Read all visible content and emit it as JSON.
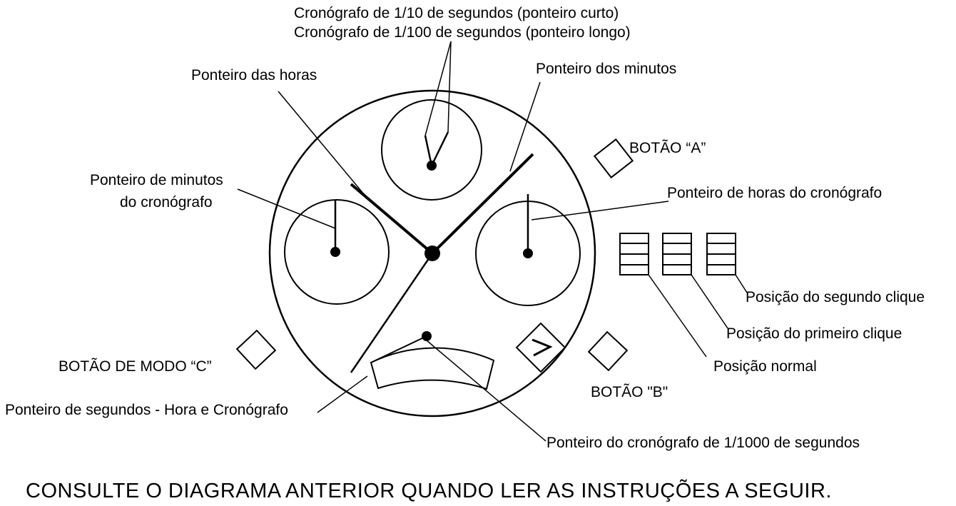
{
  "labels": {
    "chrono_tenth_short": "Cronógrafo de 1/10 de segundos (ponteiro curto)",
    "chrono_hundredth_long": "Cronógrafo de 1/100 de segundos (ponteiro longo)",
    "hour_hand": "Ponteiro das horas",
    "minute_hand": "Ponteiro dos minutos",
    "button_a": "BOTÃO “A”",
    "chrono_minute_hand_line1": "Ponteiro de minutos",
    "chrono_minute_hand_line2": "do cronógrafo",
    "chrono_hour_hand": "Ponteiro de horas do cronógrafo",
    "second_click": "Posição do segundo clique",
    "first_click": "Posição do primeiro clique",
    "normal_position": "Posição normal",
    "mode_button_c": "BOTÃO DE MODO “C”",
    "button_b": "BOTÃO \"B\"",
    "seconds_hand": "Ponteiro de segundos - Hora e Cronógrafo",
    "chrono_thousandth_hand": "Ponteiro do cronógrafo de 1/1000 de segundos"
  },
  "caption": "CONSULTE O DIAGRAMA ANTERIOR QUANDO LER AS INSTRUÇÕES A SEGUIR."
}
